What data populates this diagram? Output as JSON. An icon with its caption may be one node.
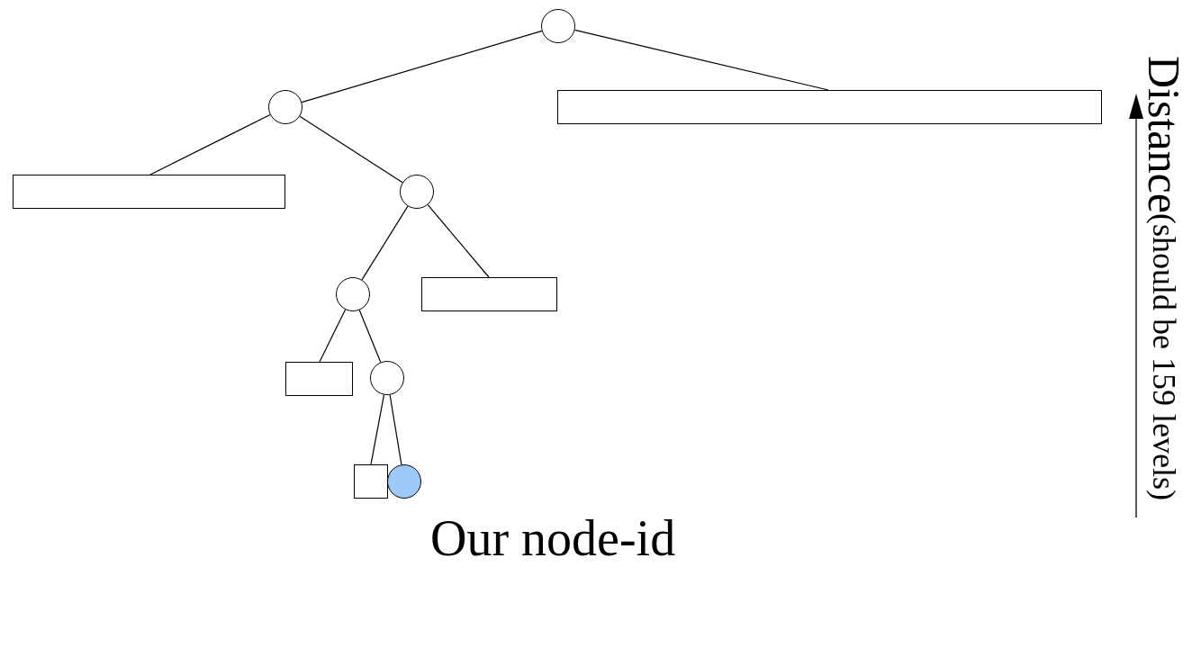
{
  "diagram": {
    "nodes": [
      {
        "text": [],
        "shape": "circle"
      },
      {
        "text": [],
        "shape": "circle"
      },
      {
        "text": [],
        "shape": "bar"
      },
      {
        "text": [],
        "shape": "bar"
      },
      {
        "text": [],
        "shape": "circle"
      },
      {
        "text": [],
        "shape": "circle"
      },
      {
        "text": [],
        "shape": "bar"
      },
      {
        "text": [],
        "shape": "box"
      },
      {
        "text": [],
        "shape": "circle"
      },
      {
        "text": [],
        "shape": "box"
      },
      {
        "text": [],
        "shape": "circle"
      }
    ],
    "edges": [
      {
        "from": 0,
        "to": 1,
        "arrow": "none"
      },
      {
        "from": 0,
        "to": 2,
        "arrow": "none"
      },
      {
        "from": 1,
        "to": 3,
        "arrow": "none"
      },
      {
        "from": 1,
        "to": 4,
        "arrow": "none"
      },
      {
        "from": 4,
        "to": 5,
        "arrow": "none"
      },
      {
        "from": 4,
        "to": 6,
        "arrow": "none"
      },
      {
        "from": 5,
        "to": 7,
        "arrow": "none"
      },
      {
        "from": 5,
        "to": 8,
        "arrow": "none"
      },
      {
        "from": 8,
        "to": 9,
        "arrow": "none"
      },
      {
        "from": 8,
        "to": 10,
        "arrow": "none"
      }
    ],
    "labels": [
      "Our node-id",
      "Distance",
      "(should be 159 levels)"
    ]
  }
}
